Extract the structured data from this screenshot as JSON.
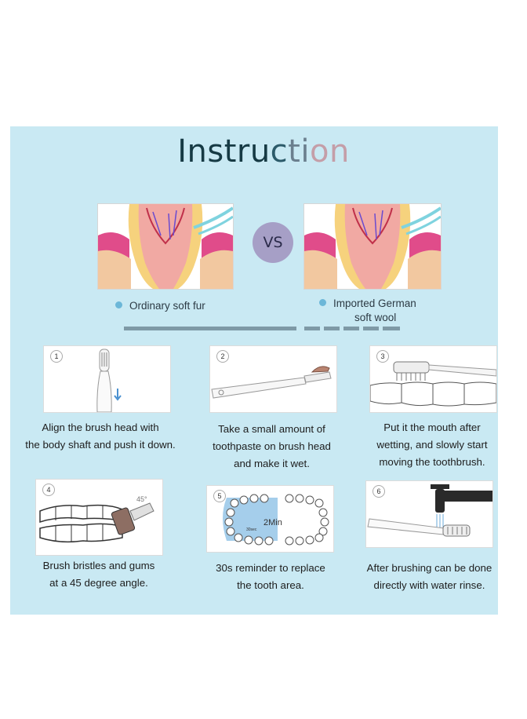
{
  "title_parts": [
    "Instru",
    "c",
    "ti",
    "on"
  ],
  "title_colors": [
    "#163a44",
    "#2c5b6a",
    "#6b7f8e",
    "#c49ea8"
  ],
  "compare": {
    "vs_label": "VS",
    "left_caption": "Ordinary soft fur",
    "right_caption_line1": "Imported German",
    "right_caption_line2": "soft wool"
  },
  "steps": [
    {
      "num": "1",
      "icon": "toothbrush-insert-icon",
      "lines": [
        "Align the brush head with",
        "the body shaft and push it down."
      ]
    },
    {
      "num": "2",
      "icon": "toothpaste-brush-icon",
      "lines": [
        "Take a small amount of",
        "toothpaste on brush head",
        "and make it wet."
      ]
    },
    {
      "num": "3",
      "icon": "brush-on-teeth-icon",
      "lines": [
        "Put it the mouth after",
        "wetting, and slowly start",
        "moving the toothbrush."
      ]
    },
    {
      "num": "4",
      "icon": "brush-angle-icon",
      "lines": [
        "Brush bristles and gums",
        "at a 45 degree angle."
      ]
    },
    {
      "num": "5",
      "icon": "tooth-area-timer-icon",
      "label": "2Min",
      "sublabel": "30sec",
      "lines": [
        "30s reminder to replace",
        "the tooth area."
      ]
    },
    {
      "num": "6",
      "icon": "faucet-rinse-icon",
      "lines": [
        "After brushing can be done",
        "directly with water rinse."
      ]
    }
  ]
}
